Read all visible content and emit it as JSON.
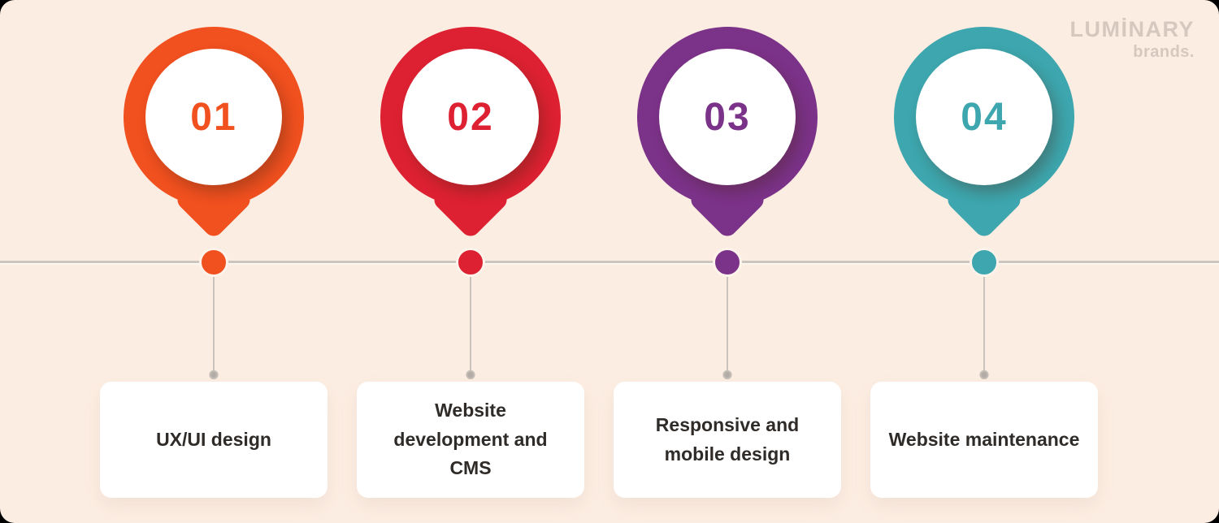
{
  "page": {
    "panel_background": "#FCEDE2",
    "outer_background": "#000000",
    "timeline_line_color": "#CDC6BF"
  },
  "logo": {
    "line1": "LUMİNARY",
    "line2": "brands.",
    "color": "#D5C8BF"
  },
  "steps": [
    {
      "number": "01",
      "label": "UX/UI design",
      "color": "#F1501F"
    },
    {
      "number": "02",
      "label": "Website development and CMS",
      "color": "#DD2132"
    },
    {
      "number": "03",
      "label": "Responsive and mobile design",
      "color": "#7B3289"
    },
    {
      "number": "04",
      "label": "Website maintenance",
      "color": "#3DA6AE"
    }
  ]
}
